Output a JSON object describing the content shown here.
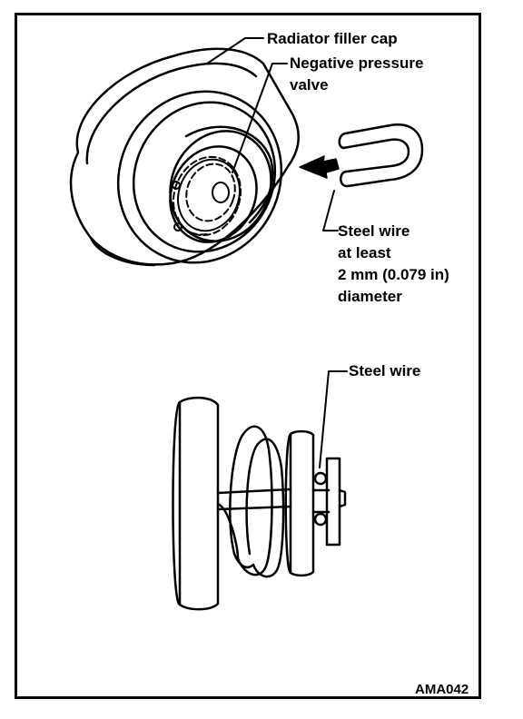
{
  "labels": {
    "filler_cap": "Radiator filler cap",
    "negative_valve_line1": "Negative pressure",
    "negative_valve_line2": "valve",
    "steel_wire_spec_line1": "Steel wire",
    "steel_wire_spec_line2": "at least",
    "steel_wire_spec_line3": "2 mm (0.079 in)",
    "steel_wire_spec_line4": "diameter",
    "steel_wire": "Steel wire",
    "figure_code": "AMA042"
  },
  "colors": {
    "ink": "#000000",
    "paper": "#ffffff"
  }
}
